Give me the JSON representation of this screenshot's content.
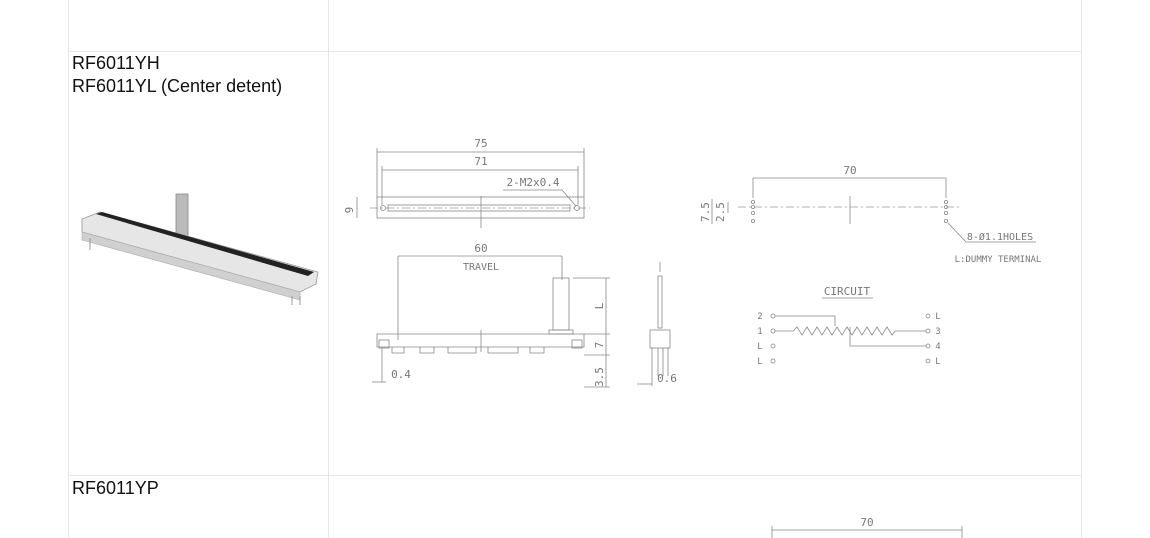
{
  "rows": [
    {
      "models": [
        "RF6011YH",
        "RF6011YL (Center detent)"
      ]
    },
    {
      "models": [
        "RF6011YP"
      ]
    }
  ],
  "drawing": {
    "top_view": {
      "overall_length": "75",
      "hole_pitch": "71",
      "mount_holes": "2-M2x0.4",
      "width": "9"
    },
    "front_view": {
      "travel": "60",
      "travel_label": "TRAVEL",
      "lever_length": "L",
      "body_height": "7",
      "pin_length": "3.5",
      "pin_offset": "0.4"
    },
    "side_view": {
      "pin_width": "0.6"
    },
    "pcb_layout": {
      "pitch": "70",
      "row_span": "7.5",
      "pin_pitch": "2.5",
      "holes_note": "8-Ø1.1HOLES",
      "dummy_note": "L:DUMMY TERMINAL"
    },
    "circuit": {
      "title": "CIRCUIT",
      "left_pins": [
        "2",
        "1",
        "L",
        "L"
      ],
      "right_pins": [
        "L",
        "3",
        "4",
        "L"
      ]
    }
  },
  "next_row_drawing": {
    "pitch": "70"
  }
}
